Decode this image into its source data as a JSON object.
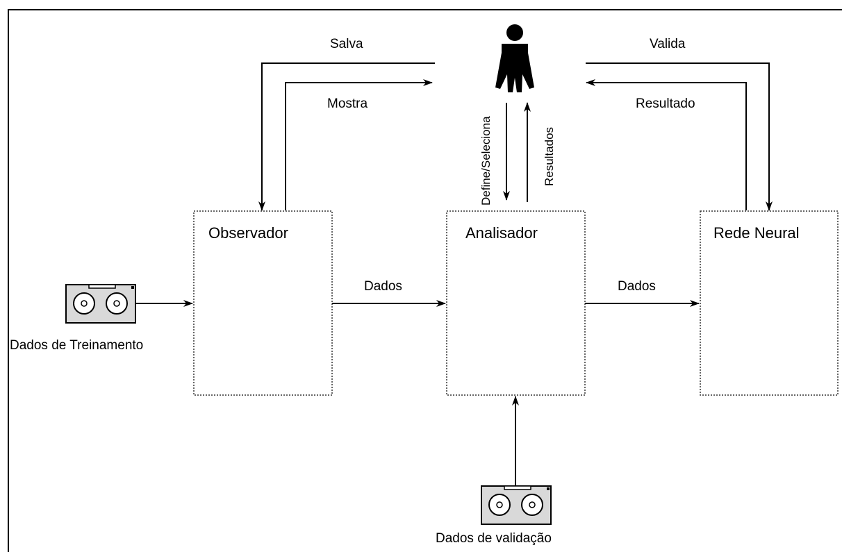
{
  "nodes": {
    "observador": "Observador",
    "analisador": "Analisador",
    "rede_neural": "Rede Neural",
    "dados_treinamento": "Dados de Treinamento",
    "dados_validacao": "Dados de validação"
  },
  "edges": {
    "salva": "Salva",
    "mostra": "Mostra",
    "valida": "Valida",
    "resultado": "Resultado",
    "define_seleciona": "Define/Seleciona",
    "resultados": "Resultados",
    "dados_obs_ana": "Dados",
    "dados_ana_rede": "Dados"
  },
  "icons": {
    "user": "person-icon",
    "storage": "tape-drive-icon"
  },
  "colors": {
    "line": "#000000",
    "box_border": "#333333",
    "device_fill": "#d9d9d9"
  }
}
